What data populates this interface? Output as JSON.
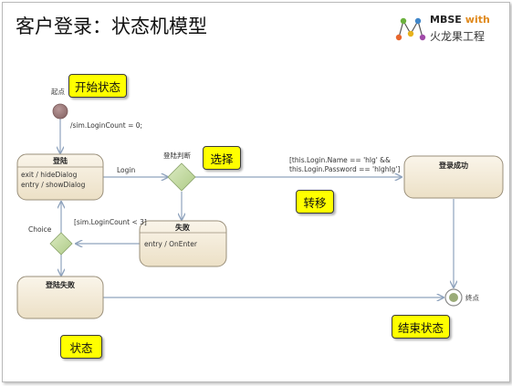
{
  "title": "客户登录：状态机模型",
  "logo": {
    "brand": "MBSE",
    "with": "with",
    "subtitle": "火龙果工程"
  },
  "diagram": {
    "initial_label": "起点",
    "final_label": "终点",
    "states": {
      "login": {
        "name": "登陆",
        "actions": [
          "exit / hideDialog",
          "entry / showDialog"
        ]
      },
      "failure": {
        "name": "失败",
        "actions": [
          "entry / OnEnter"
        ]
      },
      "login_failed": {
        "name": "登陆失败"
      },
      "login_success": {
        "name": "登录成功"
      }
    },
    "choices": {
      "login_check": "登陆判断",
      "retry": "Choice"
    },
    "transitions": {
      "initial_effect": "/sim.LoginCount = 0;",
      "login_trigger": "Login",
      "success_guard_1": "[this.Login.Name == 'hlg' &&",
      "success_guard_2": "this.Login.Password == 'hlghlg']",
      "retry_guard": "[sim.LoginCount < 3]"
    }
  },
  "callouts": {
    "start": "开始状态",
    "choice": "选择",
    "transition": "转移",
    "state": "状态",
    "end": "结束状态"
  },
  "colors": {
    "state_fill": "#f3ead6",
    "state_border": "#9a8f7a",
    "choice_fill": "#c9dfa8",
    "initial_fill": "#9e7f7f",
    "arrow": "#8fa3bd",
    "callout": "#ffff00"
  }
}
